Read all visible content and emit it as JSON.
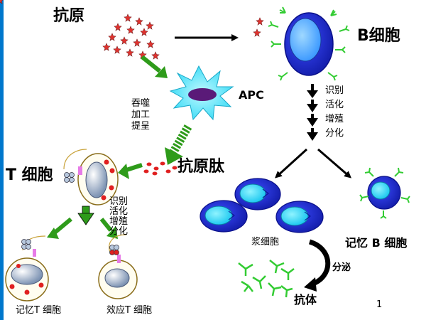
{
  "labels": {
    "antigen": "抗原",
    "b_cell": "B细胞",
    "apc": "APC",
    "apc_steps": [
      "吞噬",
      "加工",
      "提呈"
    ],
    "t_cell": "T 细胞",
    "antigen_peptide": "抗原肽",
    "b_steps": [
      "识别",
      "活化",
      "增殖",
      "分化"
    ],
    "t_steps": [
      "识别",
      "活化",
      "增殖",
      "分化"
    ],
    "plasma_cell": "浆细胞",
    "memory_b_cell": "记忆  B  细胞",
    "secrete": "分泌",
    "antibody": "抗体",
    "memory_t_cell": "记忆T 细胞",
    "effector_t_cell": "效应T 细胞",
    "page_number": "1"
  },
  "colors": {
    "green_arrow": "#2e9b1a",
    "black_arrow": "#000000",
    "antigen_red": "#e0322e",
    "antigen_dark": "#7a1f1f",
    "apc_cyan": "#33e6ff",
    "apc_nucleus": "#5a1a78",
    "b_cell_blue": "#2233dd",
    "b_nucleus": "#55aaff",
    "receptor_green": "#33cc33",
    "plasma_blue": "#2233dd",
    "plasma_nucleus": "#33ddff",
    "t_cell_border": "#8a6d1a",
    "t_nucleus": "#b8c8dd",
    "red_dot": "#e02020",
    "pink_bar": "#e77be7",
    "left_bar": "#0077cc"
  }
}
